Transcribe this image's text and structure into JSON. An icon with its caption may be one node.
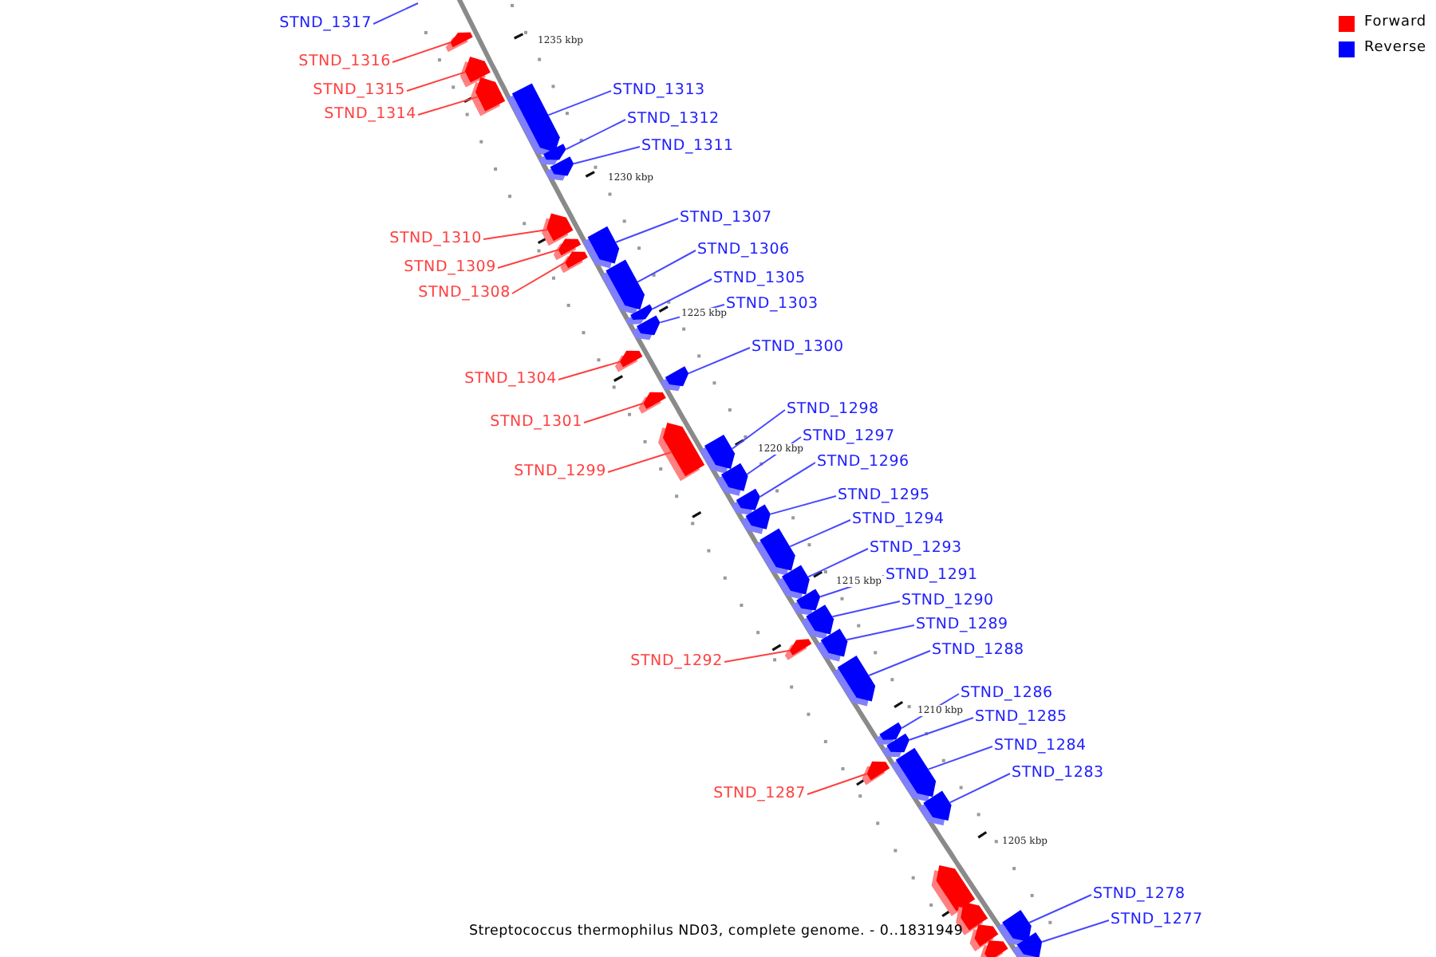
{
  "diagram": {
    "caption": "Streptococcus thermophilus ND03, complete genome. - 0..1831949",
    "nodes": [
      {
        "text": [
          "STND_1317"
        ]
      },
      {
        "text": [
          "STND_1316"
        ]
      },
      {
        "text": [
          "STND_1315"
        ]
      },
      {
        "text": [
          "STND_1313"
        ]
      },
      {
        "text": [
          "STND_1314"
        ]
      },
      {
        "text": [
          "STND_1312"
        ]
      },
      {
        "text": [
          "STND_1311"
        ]
      },
      {
        "text": [
          "STND_1307"
        ]
      },
      {
        "text": [
          "STND_1310"
        ]
      },
      {
        "text": [
          "STND_1306"
        ]
      },
      {
        "text": [
          "STND_1309"
        ]
      },
      {
        "text": [
          "STND_1305"
        ]
      },
      {
        "text": [
          "STND_1308"
        ]
      },
      {
        "text": [
          "STND_1303"
        ]
      },
      {
        "text": [
          "STND_1300"
        ]
      },
      {
        "text": [
          "STND_1304"
        ]
      },
      {
        "text": [
          "STND_1298"
        ]
      },
      {
        "text": [
          "STND_1301"
        ]
      },
      {
        "text": [
          "STND_1297"
        ]
      },
      {
        "text": [
          "STND_1296"
        ]
      },
      {
        "text": [
          "STND_1299"
        ]
      },
      {
        "text": [
          "STND_1295"
        ]
      },
      {
        "text": [
          "STND_1294"
        ]
      },
      {
        "text": [
          "STND_1293"
        ]
      },
      {
        "text": [
          "STND_1291"
        ]
      },
      {
        "text": [
          "STND_1290"
        ]
      },
      {
        "text": [
          "STND_1289"
        ]
      },
      {
        "text": [
          "STND_1288"
        ]
      },
      {
        "text": [
          "STND_1292"
        ]
      },
      {
        "text": [
          "STND_1286"
        ]
      },
      {
        "text": [
          "STND_1285"
        ]
      },
      {
        "text": [
          "STND_1284"
        ]
      },
      {
        "text": [
          "STND_1283"
        ]
      },
      {
        "text": [
          "STND_1287"
        ]
      },
      {
        "text": [
          "STND_1278"
        ]
      },
      {
        "text": [
          "STND_1277"
        ]
      },
      {
        "text": [],
        "shape": "bar"
      },
      {
        "text": [],
        "shape": "bar"
      },
      {
        "text": [],
        "shape": "bar"
      },
      {
        "text": [],
        "shape": "bar"
      },
      {
        "text": [],
        "shape": "bar"
      },
      {
        "text": [],
        "shape": "bar"
      },
      {
        "text": [],
        "shape": "bar"
      },
      {
        "text": [],
        "shape": "bar"
      },
      {
        "text": [],
        "shape": "bar"
      },
      {
        "text": [],
        "shape": "bar"
      },
      {
        "text": [],
        "shape": "bar"
      },
      {
        "text": [],
        "shape": "bar"
      },
      {
        "text": [],
        "shape": "bar"
      },
      {
        "text": [],
        "shape": "bar"
      },
      {
        "text": [],
        "shape": "bar"
      },
      {
        "text": [],
        "shape": "bar"
      },
      {
        "text": [],
        "shape": "bar"
      },
      {
        "text": [],
        "shape": "bar"
      },
      {
        "text": [],
        "shape": "bar"
      },
      {
        "text": [],
        "shape": "bar"
      },
      {
        "text": [],
        "shape": "bar"
      },
      {
        "text": [],
        "shape": "bar"
      },
      {
        "text": [],
        "shape": "bar"
      },
      {
        "text": [],
        "shape": "bar"
      },
      {
        "text": [],
        "shape": "bar"
      },
      {
        "text": [],
        "shape": "bar"
      },
      {
        "text": [],
        "shape": "bar"
      },
      {
        "text": [],
        "shape": "bar"
      },
      {
        "text": [],
        "shape": "bar"
      },
      {
        "text": [],
        "shape": "bar"
      },
      {
        "text": [],
        "shape": "bar"
      },
      {
        "text": [],
        "shape": "bar"
      },
      {
        "text": [],
        "shape": "bar"
      },
      {
        "text": [],
        "shape": "bar"
      },
      {
        "text": [],
        "shape": "bar"
      },
      {
        "text": [],
        "shape": "bar"
      },
      {
        "text": [],
        "shape": "bar"
      },
      {
        "text": [],
        "shape": "bar"
      },
      {
        "text": [],
        "shape": "bar"
      }
    ],
    "edges": [
      {
        "from": 0,
        "to": null,
        "arrow": "none"
      },
      {
        "from": 1,
        "to": 36,
        "arrow": "none",
        "color": "#ff4040"
      },
      {
        "from": 2,
        "to": 37,
        "arrow": "none",
        "color": "#ff4040"
      },
      {
        "from": 3,
        "to": 39,
        "arrow": "none"
      },
      {
        "from": 4,
        "to": 38,
        "arrow": "none",
        "color": "#ff4040"
      },
      {
        "from": 5,
        "to": 40,
        "arrow": "none"
      },
      {
        "from": 6,
        "to": 41,
        "arrow": "none"
      },
      {
        "from": 7,
        "to": 45,
        "arrow": "none"
      },
      {
        "from": 8,
        "to": 42,
        "arrow": "none",
        "color": "#ff4040"
      },
      {
        "from": 9,
        "to": 46,
        "arrow": "none"
      },
      {
        "from": 10,
        "to": 43,
        "arrow": "none",
        "color": "#ff4040"
      },
      {
        "from": 11,
        "to": 47,
        "arrow": "none"
      },
      {
        "from": 12,
        "to": 44,
        "arrow": "none",
        "color": "#ff4040"
      },
      {
        "from": 13,
        "to": 48,
        "arrow": "none"
      },
      {
        "from": 14,
        "to": 50,
        "arrow": "none"
      },
      {
        "from": 15,
        "to": 49,
        "arrow": "none",
        "color": "#ff4040"
      },
      {
        "from": 16,
        "to": 53,
        "arrow": "none"
      },
      {
        "from": 17,
        "to": 51,
        "arrow": "none",
        "color": "#ff4040"
      },
      {
        "from": 18,
        "to": 54,
        "arrow": "none"
      },
      {
        "from": 19,
        "to": 55,
        "arrow": "none"
      },
      {
        "from": 20,
        "to": 52,
        "arrow": "none",
        "color": "#ff4040"
      },
      {
        "from": 21,
        "to": 56,
        "arrow": "none"
      },
      {
        "from": 22,
        "to": 57,
        "arrow": "none"
      },
      {
        "from": 23,
        "to": 58,
        "arrow": "none"
      },
      {
        "from": 24,
        "to": 59,
        "arrow": "none"
      },
      {
        "from": 25,
        "to": 60,
        "arrow": "none"
      },
      {
        "from": 26,
        "to": 62,
        "arrow": "none"
      },
      {
        "from": 27,
        "to": 63,
        "arrow": "none"
      },
      {
        "from": 28,
        "to": 61,
        "arrow": "none",
        "color": "#ff4040"
      },
      {
        "from": 29,
        "to": 64,
        "arrow": "none"
      },
      {
        "from": 30,
        "to": 65,
        "arrow": "none"
      },
      {
        "from": 31,
        "to": 67,
        "arrow": "none"
      },
      {
        "from": 32,
        "to": 68,
        "arrow": "none"
      },
      {
        "from": 33,
        "to": 66,
        "arrow": "none",
        "color": "#ff4040"
      },
      {
        "from": 34,
        "to": 72,
        "arrow": "none"
      },
      {
        "from": 35,
        "to": 74,
        "arrow": "none"
      }
    ],
    "labels": [
      "1235 kbp",
      "1230 kbp",
      "1225 kbp",
      "1220 kbp",
      "1215 kbp",
      "1210 kbp",
      "1205 kbp"
    ],
    "legend": [
      {
        "text": "Forward",
        "color": "#ff0000"
      },
      {
        "text": "Reverse",
        "color": "#0000ff"
      }
    ]
  }
}
